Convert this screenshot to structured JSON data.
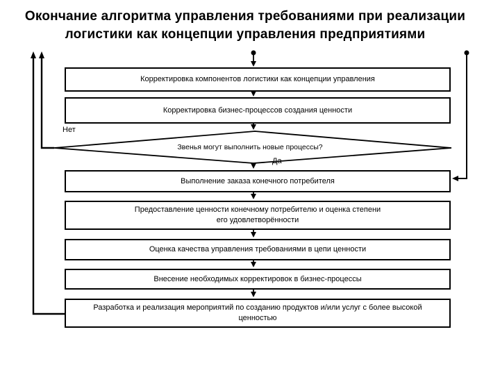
{
  "title": {
    "text": "Окончание алгоритма управления требованиями при реализации\nлогистики как концепции управления предприятиями"
  },
  "flowchart": {
    "boxes": [
      {
        "label": "Корректировка компонентов логистики как концепции управления"
      },
      {
        "label": "Корректировка бизнес-процессов создания ценности"
      },
      {
        "label": "Выполнение заказа конечного потребителя"
      },
      {
        "label": "Предоставление ценности конечному потребителю и оценка степени\nего удовлетворённости"
      },
      {
        "label": "Оценка качества управления требованиями в цепи ценности"
      },
      {
        "label": "Внесение необходимых корректировок в бизнес-процессы"
      },
      {
        "label": "Разработка и реализация мероприятий по созданию продуктов и/или услуг с более высокой\nценностью"
      }
    ],
    "decision": {
      "question": "Звенья могут выполнить новые процессы?",
      "no_label": "Нет",
      "yes_label": "Да"
    }
  },
  "colors": {
    "line": "#000000",
    "text": "#000000",
    "background": "#ffffff"
  }
}
